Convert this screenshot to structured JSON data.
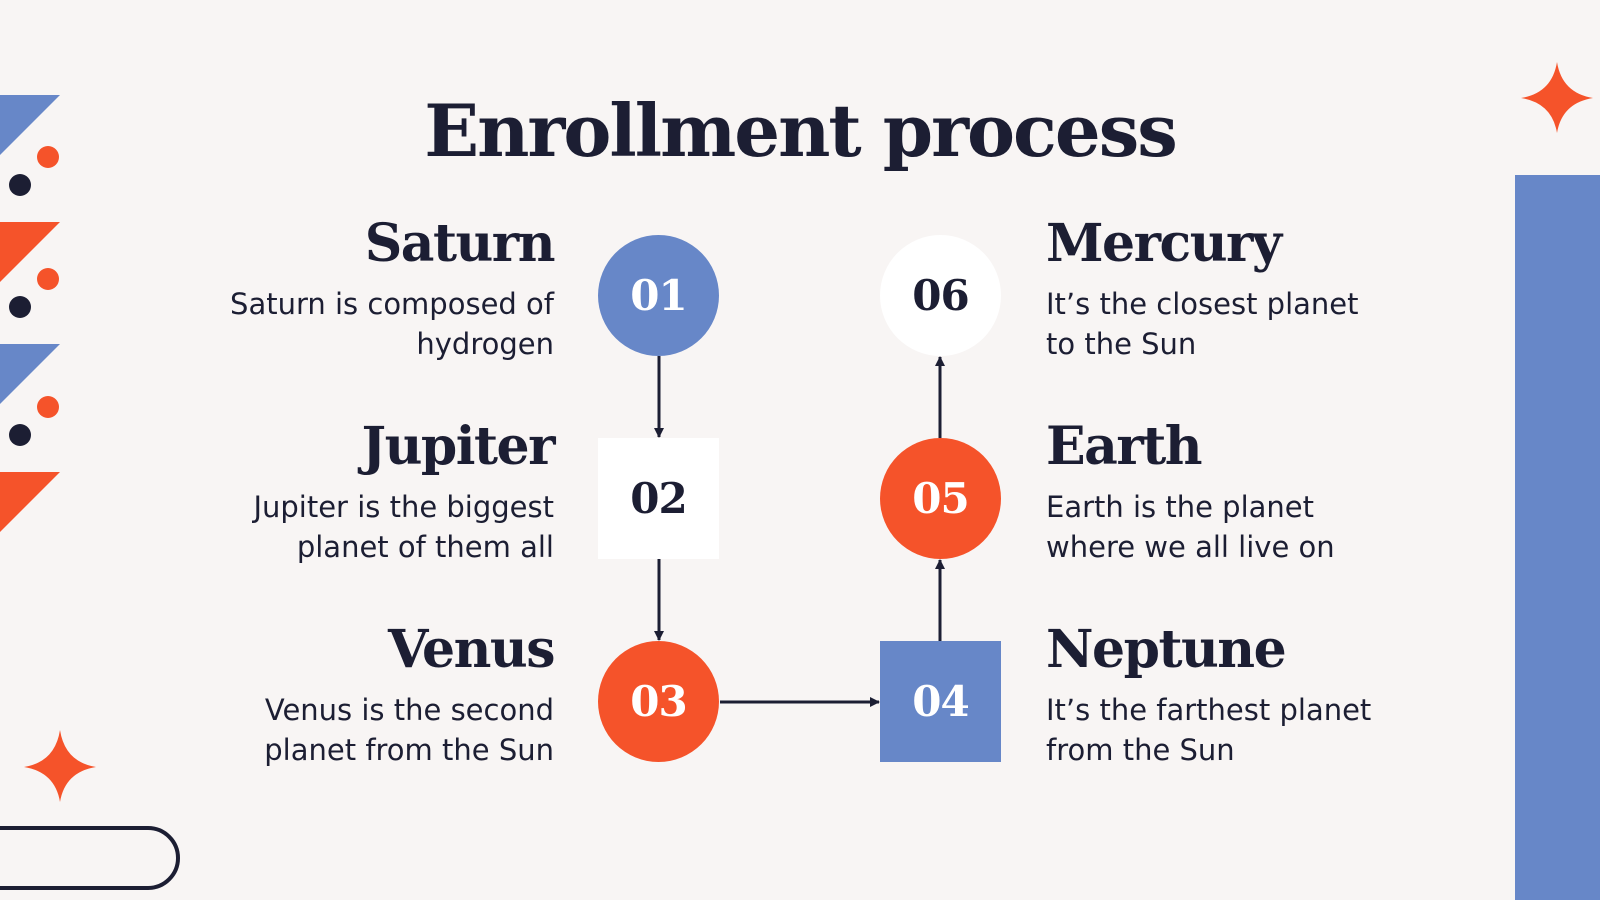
{
  "title": "Enrollment process",
  "colors": {
    "background": "#f8f5f4",
    "dark": "#1c1e33",
    "blue": "#6787c8",
    "orange": "#f5532a",
    "white": "#ffffff"
  },
  "steps": [
    {
      "number": "01",
      "name": "Saturn",
      "description": [
        "Saturn is composed of",
        "hydrogen"
      ]
    },
    {
      "number": "02",
      "name": "Jupiter",
      "description": [
        "Jupiter is the biggest",
        "planet of them all"
      ]
    },
    {
      "number": "03",
      "name": "Venus",
      "description": [
        "Venus is the second",
        "planet from the Sun"
      ]
    },
    {
      "number": "04",
      "name": "Neptune",
      "description": [
        "It’s the farthest planet",
        "from the Sun"
      ]
    },
    {
      "number": "05",
      "name": "Earth",
      "description": [
        "Earth is the planet",
        "where we all live on"
      ]
    },
    {
      "number": "06",
      "name": "Mercury",
      "description": [
        "It’s the closest planet",
        "to the Sun"
      ]
    }
  ],
  "decorations": [
    "star-icon",
    "triangle-shape",
    "dot-shape",
    "pill-outline",
    "side-bar"
  ]
}
